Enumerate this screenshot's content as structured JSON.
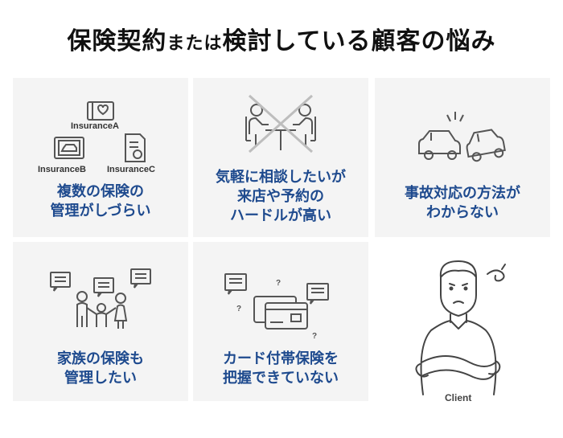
{
  "title": {
    "part1": "保険契約",
    "part2": "または",
    "part3": "検討している顧客の悩み"
  },
  "cards": [
    {
      "lines": [
        "複数の保険の",
        "管理がしづらい"
      ],
      "icon_labels": [
        "InsuranceA",
        "InsuranceB",
        "InsuranceC"
      ]
    },
    {
      "lines": [
        "気軽に相談したいが",
        "来店や予約の",
        "ハードルが高い"
      ]
    },
    {
      "lines": [
        "事故対応の方法が",
        "わからない"
      ]
    },
    {
      "lines": [
        "家族の保険も",
        "管理したい"
      ]
    },
    {
      "lines": [
        "カード付帯保険を",
        "把握できていない"
      ]
    }
  ],
  "client_label": "Client",
  "colors": {
    "caption": "#1e4a8e",
    "card_bg": "#f4f4f4",
    "icon_stroke": "#555555",
    "cross": "#bdbdbd"
  }
}
